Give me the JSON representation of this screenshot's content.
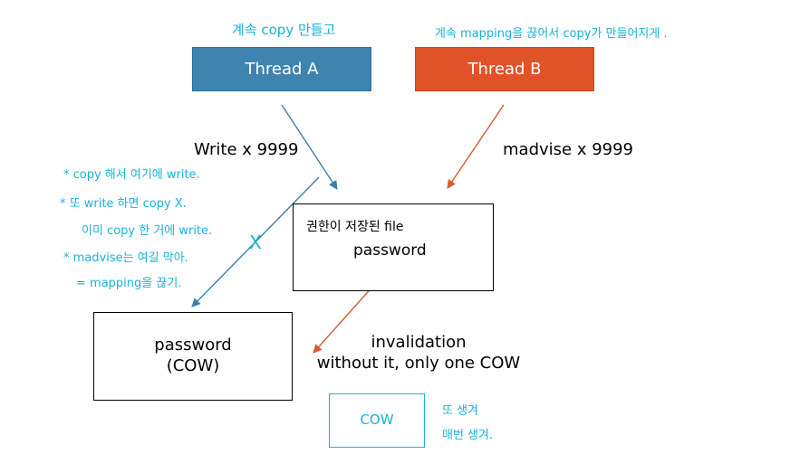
{
  "colors": {
    "thread_a": "#3f84b1",
    "thread_b": "#e05227",
    "handwriting": "#17b3d8",
    "arrow_a": "#3a7fae",
    "arrow_b": "#d95a2b"
  },
  "thread_a": {
    "label": "Thread A",
    "note": "계속 copy 만들고"
  },
  "thread_b": {
    "label": "Thread B",
    "note": "계속 mapping을 끊어서 copy가 만들어지게 ."
  },
  "edges": {
    "write_label": "Write x 9999",
    "madvise_label": "madvise x 9999"
  },
  "file_box": {
    "note": "권한이 저장된 file",
    "label": "password"
  },
  "cow_box": {
    "line1": "password",
    "line2": "(COW)"
  },
  "invalidation": {
    "line1": "invalidation",
    "line2": "without it, only one COW"
  },
  "side_notes": [
    "* copy 해서 여기에 write.",
    "* 또 write 하면 copy X.",
    "이미 copy 한 거에 write.",
    "* madvise는 여길 막아.",
    "= mapping을 끊기."
  ],
  "new_cow": {
    "label": "COW",
    "note1": "또 생겨",
    "note2": "매번 생겨."
  },
  "cross_mark": "X"
}
